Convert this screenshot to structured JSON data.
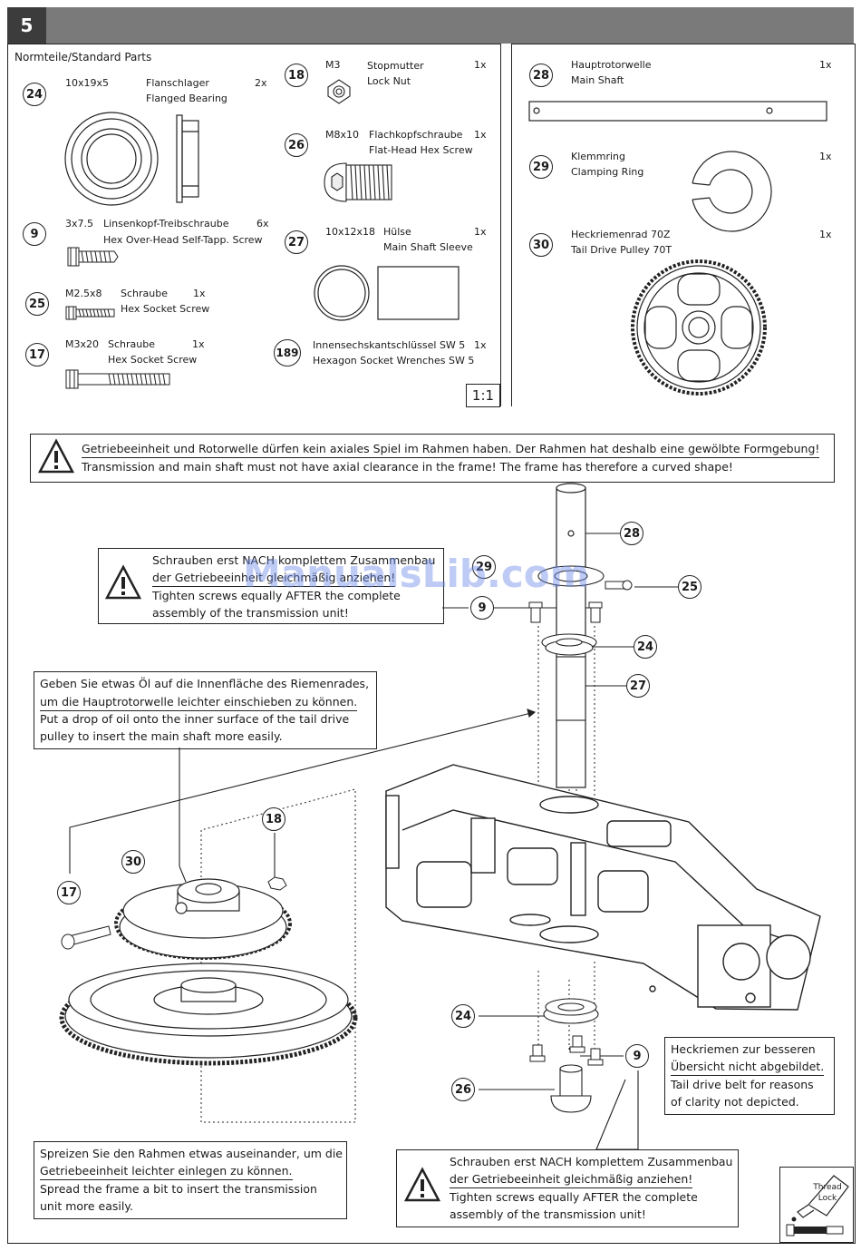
{
  "step_number": "5",
  "parts_heading": "Normteile/Standard Parts",
  "scale_label": "1:1",
  "parts_left": [
    {
      "num": "24",
      "size": "10x19x5",
      "name_de": "Flanschlager",
      "name_en": "Flanged Bearing",
      "qty": "2x"
    },
    {
      "num": "9",
      "size": "3x7.5",
      "name_de": "Linsenkopf-Treibschraube",
      "name_en": "Hex Over-Head Self-Tapp. Screw",
      "qty": "6x"
    },
    {
      "num": "25",
      "size": "M2.5x8",
      "name_de": "Schraube",
      "name_en": "Hex Socket Screw",
      "qty": "1x"
    },
    {
      "num": "17",
      "size": "M3x20",
      "name_de": "Schraube",
      "name_en": "Hex Socket Screw",
      "qty": "1x"
    }
  ],
  "parts_mid": [
    {
      "num": "18",
      "size": "M3",
      "name_de": "Stopmutter",
      "name_en": "Lock Nut",
      "qty": "1x"
    },
    {
      "num": "26",
      "size": "M8x10",
      "name_de": "Flachkopfschraube",
      "name_en": "Flat-Head Hex Screw",
      "qty": "1x"
    },
    {
      "num": "27",
      "size": "10x12x18",
      "name_de": "Hülse",
      "name_en": "Main Shaft Sleeve",
      "qty": "1x"
    },
    {
      "num": "189",
      "size": "",
      "name_de": "Innensechskantschlüssel SW 5",
      "name_en": "Hexagon Socket Wrenches SW 5",
      "qty": "1x"
    }
  ],
  "parts_right": [
    {
      "num": "28",
      "name_de": "Hauptrotorwelle",
      "name_en": "Main Shaft",
      "qty": "1x"
    },
    {
      "num": "29",
      "name_de": "Klemmring",
      "name_en": "Clamping Ring",
      "qty": "1x"
    },
    {
      "num": "30",
      "name_de": "Heckriemenrad 70Z",
      "name_en": "Tail Drive Pulley 70T",
      "qty": "1x"
    }
  ],
  "warning_top": {
    "de": "Getriebeeinheit und Rotorwelle dürfen kein axiales Spiel im Rahmen haben. Der Rahmen hat deshalb eine gewölbte Formgebung!",
    "en": "Transmission and main shaft must not have axial clearance in the frame! The frame has therefore a curved shape!"
  },
  "warning_screws_1": {
    "de1": "Schrauben erst NACH komplettem Zusammenbau",
    "de2": "der Getriebeeinheit gleichmäßig anziehen!",
    "en1": "Tighten screws equally AFTER the complete",
    "en2": "assembly of the transmission unit!"
  },
  "note_oil": {
    "de1": "Geben Sie etwas Öl auf die Innenfläche des Riemenrades,",
    "de2": "um die Hauptrotorwelle leichter einschieben zu können.",
    "en1": "Put a drop of oil onto the inner surface of the tail drive",
    "en2": "pulley to insert the main shaft more easily."
  },
  "note_belt": {
    "de1": "Heckriemen zur besseren",
    "de2": "Übersicht nicht abgebildet.",
    "en1": "Tail drive belt for reasons",
    "en2": "of clarity not depicted."
  },
  "note_frame": {
    "de1": "Spreizen Sie den Rahmen etwas auseinander, um die",
    "de2": "Getriebeeinheit leichter einlegen zu können.",
    "en1": "Spread the frame a bit to insert the transmission",
    "en2": "unit more easily."
  },
  "warning_screws_2": {
    "de1": "Schrauben erst NACH komplettem Zusammenbau",
    "de2": "der Getriebeeinheit gleichmäßig anziehen!",
    "en1": "Tighten screws equally AFTER the complete",
    "en2": "assembly of the transmission unit!"
  },
  "thread_lock_label": "Thread Lock",
  "watermark": "ManualsLib.com",
  "callouts": {
    "c28": "28",
    "c29": "29",
    "c25": "25",
    "c9a": "9",
    "c24a": "24",
    "c27": "27",
    "c18": "18",
    "c30": "30",
    "c17": "17",
    "c24b": "24",
    "c9b": "9",
    "c26": "26"
  }
}
